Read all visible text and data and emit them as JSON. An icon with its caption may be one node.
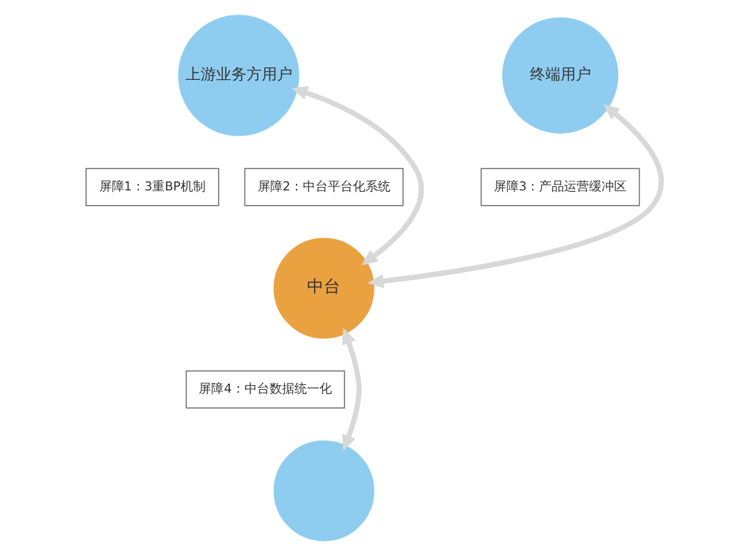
{
  "diagram": {
    "nodes": [
      {
        "text": [
          "上游业务方用户"
        ]
      },
      {
        "text": [
          "终端用户"
        ]
      },
      {
        "text": [
          "屏障1：3重BP机制"
        ]
      },
      {
        "text": [
          "屏障2：中台平台化系统"
        ]
      },
      {
        "text": [
          "屏障3：产品运营缓冲区"
        ]
      },
      {
        "text": [
          "中台"
        ]
      },
      {
        "text": [
          "屏障4：中台数据统一化"
        ]
      },
      {
        "text": [],
        "shape": "circle"
      }
    ],
    "edges": [
      {
        "from": 5,
        "to": 0,
        "arrow": "both"
      },
      {
        "from": 5,
        "to": 1,
        "arrow": "both"
      },
      {
        "from": 5,
        "to": 7,
        "arrow": "both"
      }
    ]
  }
}
